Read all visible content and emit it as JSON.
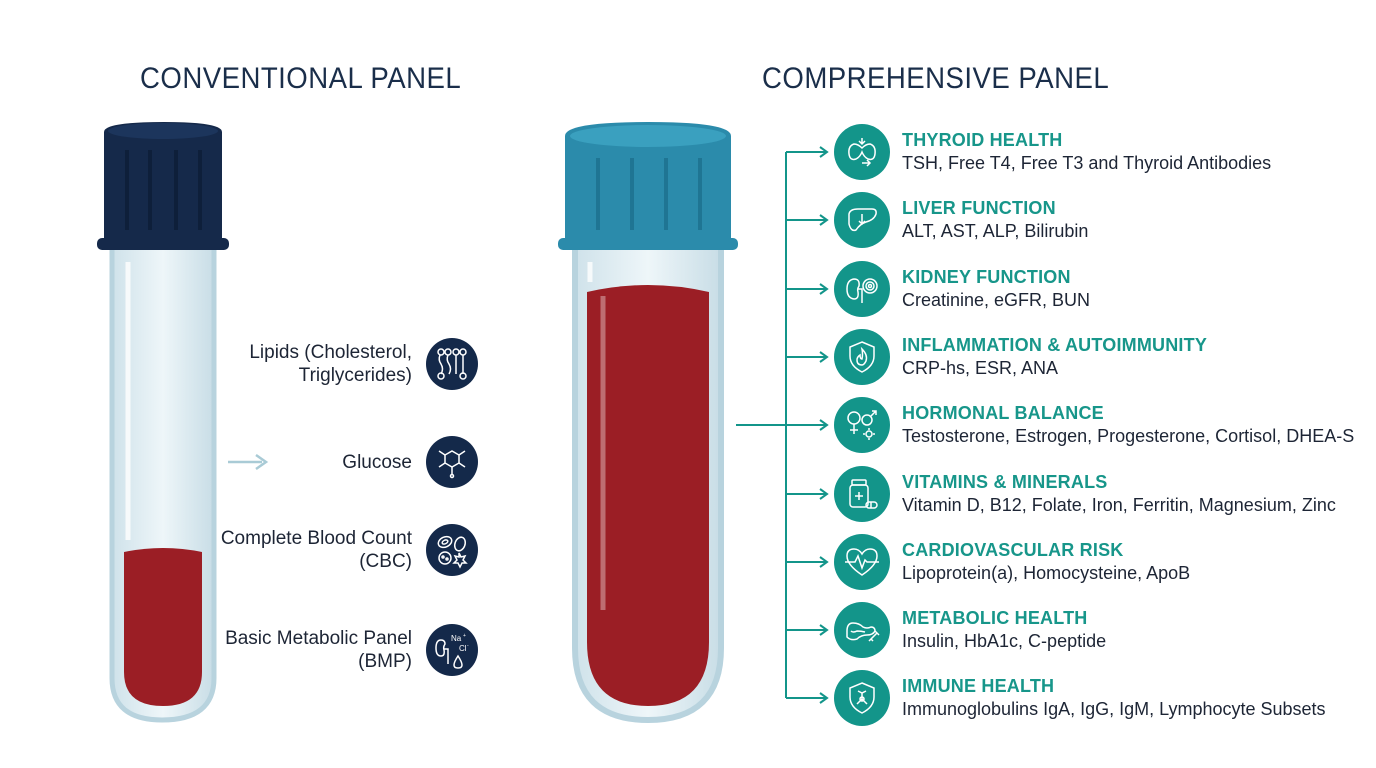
{
  "conventional": {
    "title": "CONVENTIONAL PANEL",
    "items": [
      {
        "label": "Lipids (Cholesterol, Triglycerides)",
        "icon": "lipids-icon"
      },
      {
        "label": "Glucose",
        "icon": "glucose-molecule-icon"
      },
      {
        "label": "Complete Blood Count (CBC)",
        "icon": "blood-cells-icon"
      },
      {
        "label": "Basic Metabolic Panel (BMP)",
        "icon": "electrolytes-icon"
      }
    ]
  },
  "comprehensive": {
    "title": "COMPREHENSIVE PANEL",
    "items": [
      {
        "name": "THYROID HEALTH",
        "tests": "TSH, Free T4, Free T3 and Thyroid Antibodies",
        "icon": "thyroid-icon"
      },
      {
        "name": "LIVER FUNCTION",
        "tests": "ALT, AST, ALP, Bilirubin",
        "icon": "liver-icon"
      },
      {
        "name": "KIDNEY FUNCTION",
        "tests": "Creatinine, eGFR, BUN",
        "icon": "kidney-icon"
      },
      {
        "name": "INFLAMMATION & AUTOIMMUNITY",
        "tests": "CRP-hs, ESR, ANA",
        "icon": "shield-flame-icon"
      },
      {
        "name": "HORMONAL BALANCE",
        "tests": "Testosterone, Estrogen, Progesterone, Cortisol, DHEA-S",
        "icon": "gender-symbols-icon"
      },
      {
        "name": "VITAMINS & MINERALS",
        "tests": "Vitamin D, B12, Folate, Iron, Ferritin, Magnesium, Zinc",
        "icon": "supplement-bottle-icon"
      },
      {
        "name": "CARDIOVASCULAR RISK",
        "tests": "Lipoprotein(a), Homocysteine, ApoB",
        "icon": "heart-pulse-icon"
      },
      {
        "name": "METABOLIC HEALTH",
        "tests": "Insulin, HbA1c, C-peptide",
        "icon": "pancreas-icon"
      },
      {
        "name": "IMMUNE HEALTH",
        "tests": "Immunoglobulins IgA, IgG, IgM, Lymphocyte Subsets",
        "icon": "immune-shield-icon"
      }
    ]
  },
  "colors": {
    "navy": "#14294a",
    "teal": "#13958a",
    "blood": "#9b1e25",
    "light_arrow": "#a9cbd6"
  }
}
